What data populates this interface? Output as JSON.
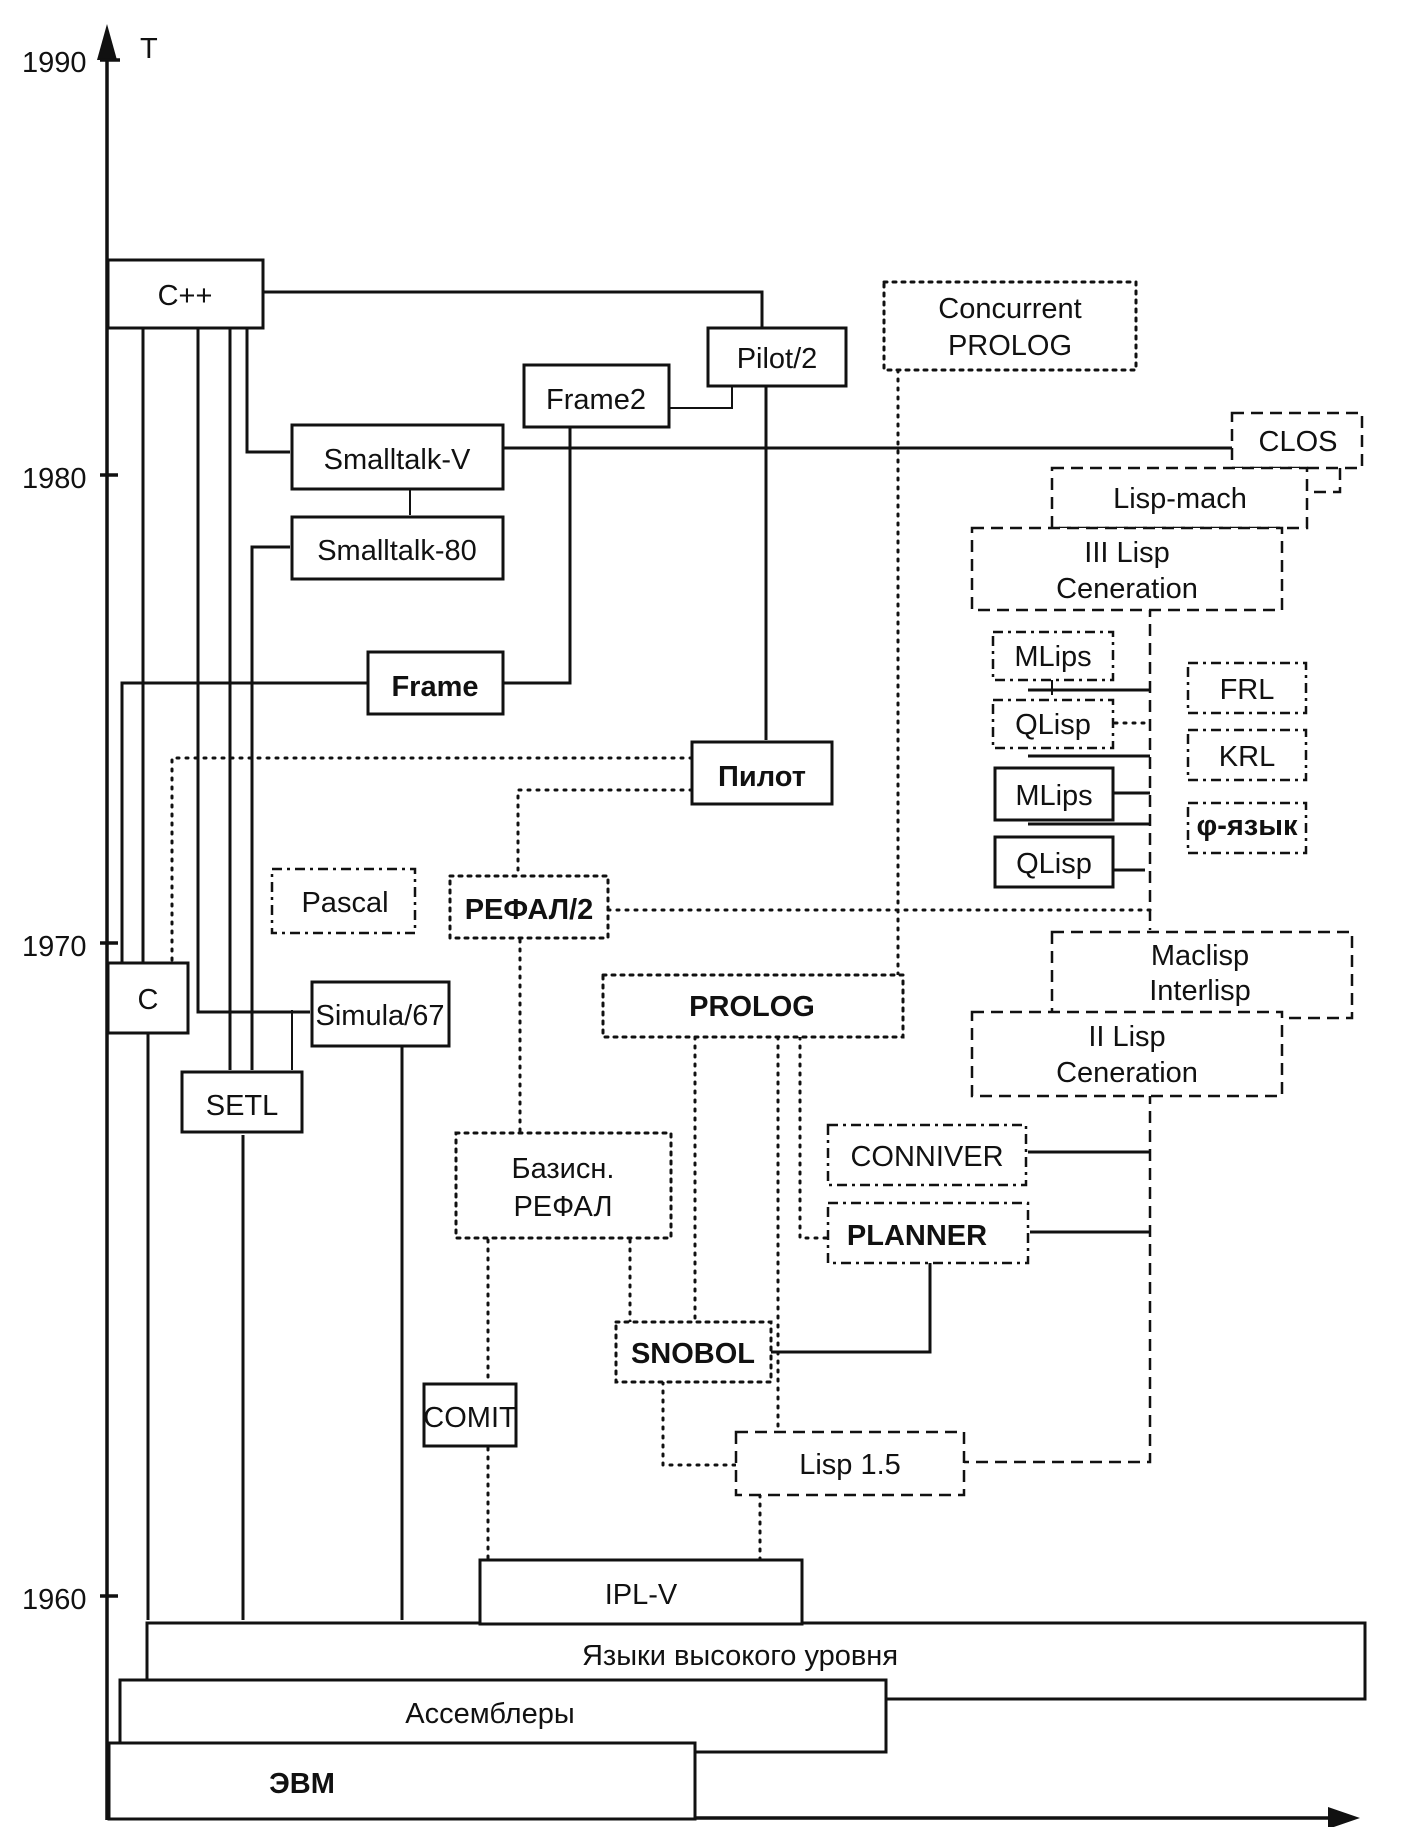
{
  "axis": {
    "y_label": "T",
    "ticks": [
      "1990",
      "1980",
      "1970",
      "1960"
    ]
  },
  "foundation": {
    "hll": "Языки высокого уровня",
    "asm": "Ассемблеры",
    "evm": "ЭВМ"
  },
  "nodes": {
    "cpp": "C++",
    "pilot2": "Pilot/2",
    "frame2": "Frame2",
    "smalltalk_v": "Smalltalk-V",
    "smalltalk_80": "Smalltalk-80",
    "frame": "Frame",
    "pilot": "Пилот",
    "pascal": "Pascal",
    "refal2": "РЕФАЛ/2",
    "c": "C",
    "simula67": "Simula/67",
    "setl": "SETL",
    "basic_refal_1": "Базисн.",
    "basic_refal_2": "РЕФАЛ",
    "comit": "COMIT",
    "snobol": "SNOBOL",
    "ipl_v": "IPL-V",
    "lisp15": "Lisp 1.5",
    "prolog": "PROLOG",
    "concurrent_prolog_1": "Concurrent",
    "concurrent_prolog_2": "PROLOG",
    "clos": "CLOS",
    "lisp_mach": "Lisp-mach",
    "lisp3_1": "III Lisp",
    "lisp3_2": "Ceneration",
    "mlips_a": "MLips",
    "qlisp_a": "QLisp",
    "mlips_b": "MLips",
    "qlisp_b": "QLisp",
    "frl": "FRL",
    "krl": "KRL",
    "phi_lang": "φ-язык",
    "maclisp_1": "Maclisp",
    "maclisp_2": "Interlisp",
    "lisp2_1": "II Lisp",
    "lisp2_2": "Ceneration",
    "conniver": "CONNIVER",
    "planner": "PLANNER"
  }
}
